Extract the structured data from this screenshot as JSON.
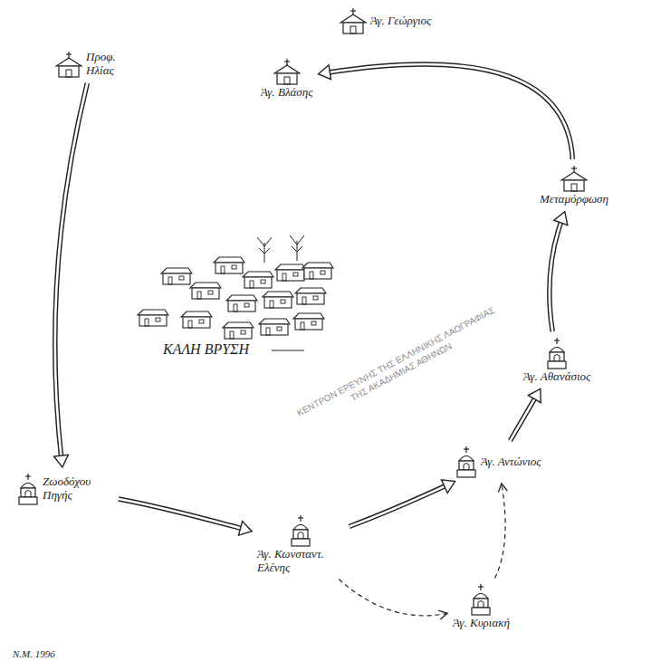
{
  "diagram": {
    "nodes": [
      {
        "text": [
          "Άγ. Γεώργιος"
        ]
      },
      {
        "text": [
          "Άγ. Βλάσης"
        ]
      },
      {
        "text": [
          "Μεταμόρφωση"
        ]
      },
      {
        "text": [
          "Προφ. Ηλίας"
        ]
      },
      {
        "text": [
          "Άγ. Αθανάσιος"
        ]
      },
      {
        "text": [
          "Άγ. Αντώνιος"
        ]
      },
      {
        "text": [
          "Ζωοδόχου Πηγής"
        ]
      },
      {
        "text": [
          "Άγ. Κωνσταντ. Ελένης"
        ]
      },
      {
        "text": [
          "Άγ. Κυριακή"
        ]
      }
    ],
    "edges": [
      {
        "from": 3,
        "to": 6,
        "arrow": "to"
      },
      {
        "from": 6,
        "to": 7,
        "arrow": "to"
      },
      {
        "from": 7,
        "to": 5,
        "arrow": "to"
      },
      {
        "from": 5,
        "to": 4,
        "arrow": "to"
      },
      {
        "from": 4,
        "to": 2,
        "arrow": "to"
      },
      {
        "from": 2,
        "to": 1,
        "arrow": "to"
      },
      {
        "from": 7,
        "to": 8,
        "arrow": "to"
      },
      {
        "from": 8,
        "to": 5,
        "arrow": "to"
      }
    ],
    "labels": [
      "ΚΑΛΗ ΒΡΥΣΗ",
      "Ν.Μ. 1996",
      "ΚΕΝΤΡΟΝ ΕΡΕΥΝΗΣ ΤΗΣ ΕΛΛΗΝΙΚΗΣ ΛΑΟΓΡΑΦΙΑΣ ΤΗΣ ΑΚΑΔΗΜΙΑΣ ΑΘΗΝΩΝ"
    ]
  }
}
